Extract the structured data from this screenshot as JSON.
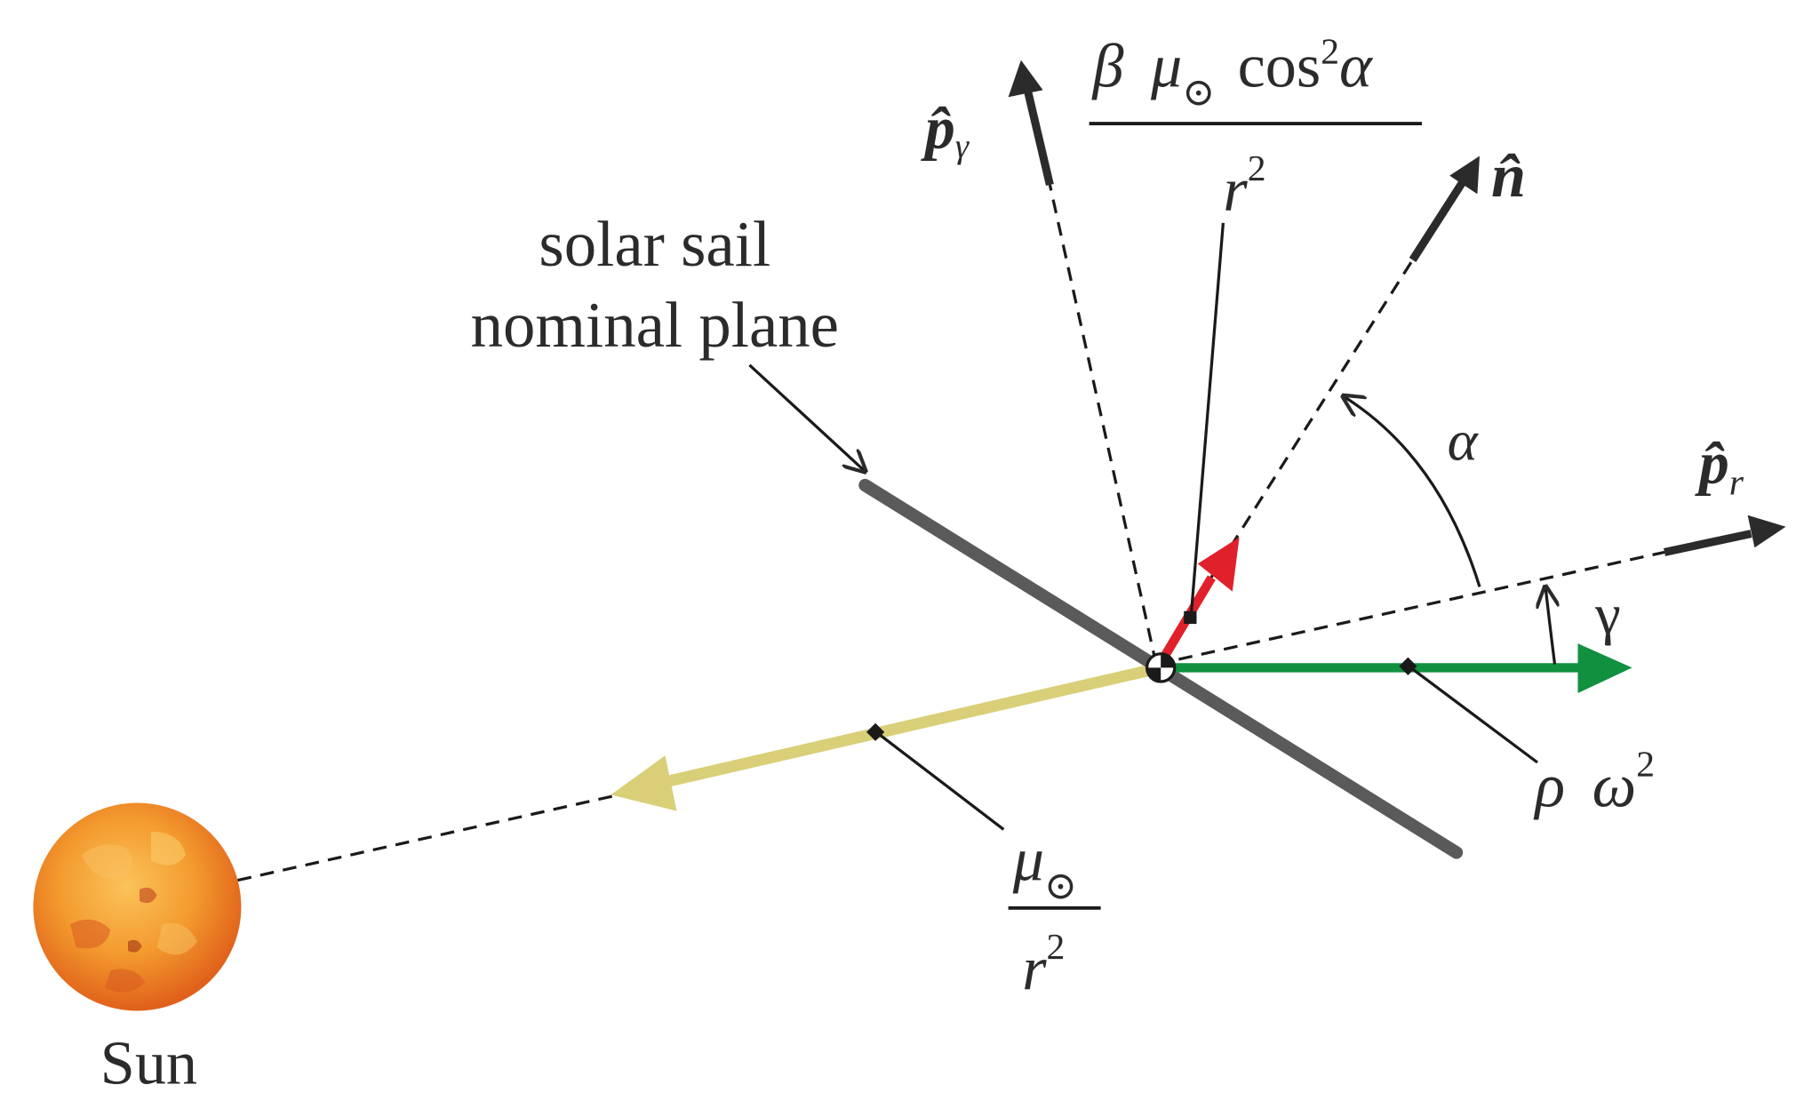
{
  "labels": {
    "sail_line1": "solar sail",
    "sail_line2": "nominal plane",
    "sun": "Sun",
    "alpha": "α",
    "gamma": "γ",
    "n_hat": "n̂",
    "p_gamma_base": "p̂",
    "p_gamma_sub": "γ",
    "p_r_base": "p̂",
    "p_r_sub": "r",
    "sail_accel_num_beta": "β",
    "sail_accel_num_mu": "μ",
    "sail_accel_num_sub": "⊙",
    "sail_accel_num_cos": "cos",
    "sail_accel_num_sup": "2",
    "sail_accel_num_alpha": "α",
    "sail_accel_den_r": "r",
    "sail_accel_den_sup": "2",
    "grav_num_mu": "μ",
    "grav_num_sub": "⊙",
    "grav_den_r": "r",
    "grav_den_sup": "2",
    "centrifugal_rho": "ρ",
    "centrifugal_omega": "ω",
    "centrifugal_sup": "2"
  },
  "colors": {
    "sail": "#5a5a5a",
    "sail_force": "#e0202a",
    "centrifugal": "#119040",
    "gravity": "#d8cf78",
    "ink": "#2b2b2b",
    "sun_core": "#f5a43a",
    "sun_edge": "#e0601a"
  }
}
